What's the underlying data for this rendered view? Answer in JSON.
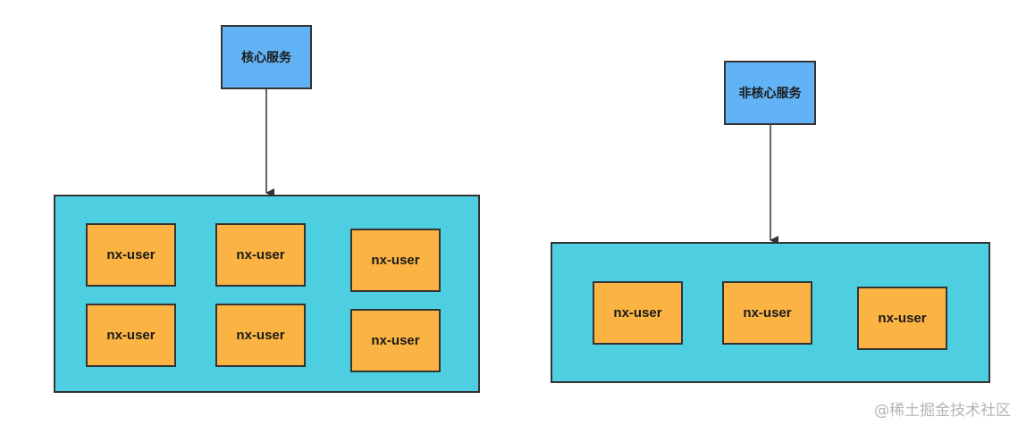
{
  "diagram": {
    "core_service_label": "核心服务",
    "noncore_service_label": "非核心服务",
    "core_cluster_nodes": [
      "nx-user",
      "nx-user",
      "nx-user",
      "nx-user",
      "nx-user",
      "nx-user"
    ],
    "noncore_cluster_nodes": [
      "nx-user",
      "nx-user",
      "nx-user"
    ],
    "colors": {
      "service_fill": "#62b3f5",
      "cluster_fill": "#4ecfe1",
      "node_fill": "#fbb444",
      "stroke": "#333333"
    }
  },
  "watermark": "@稀土掘金技术社区"
}
